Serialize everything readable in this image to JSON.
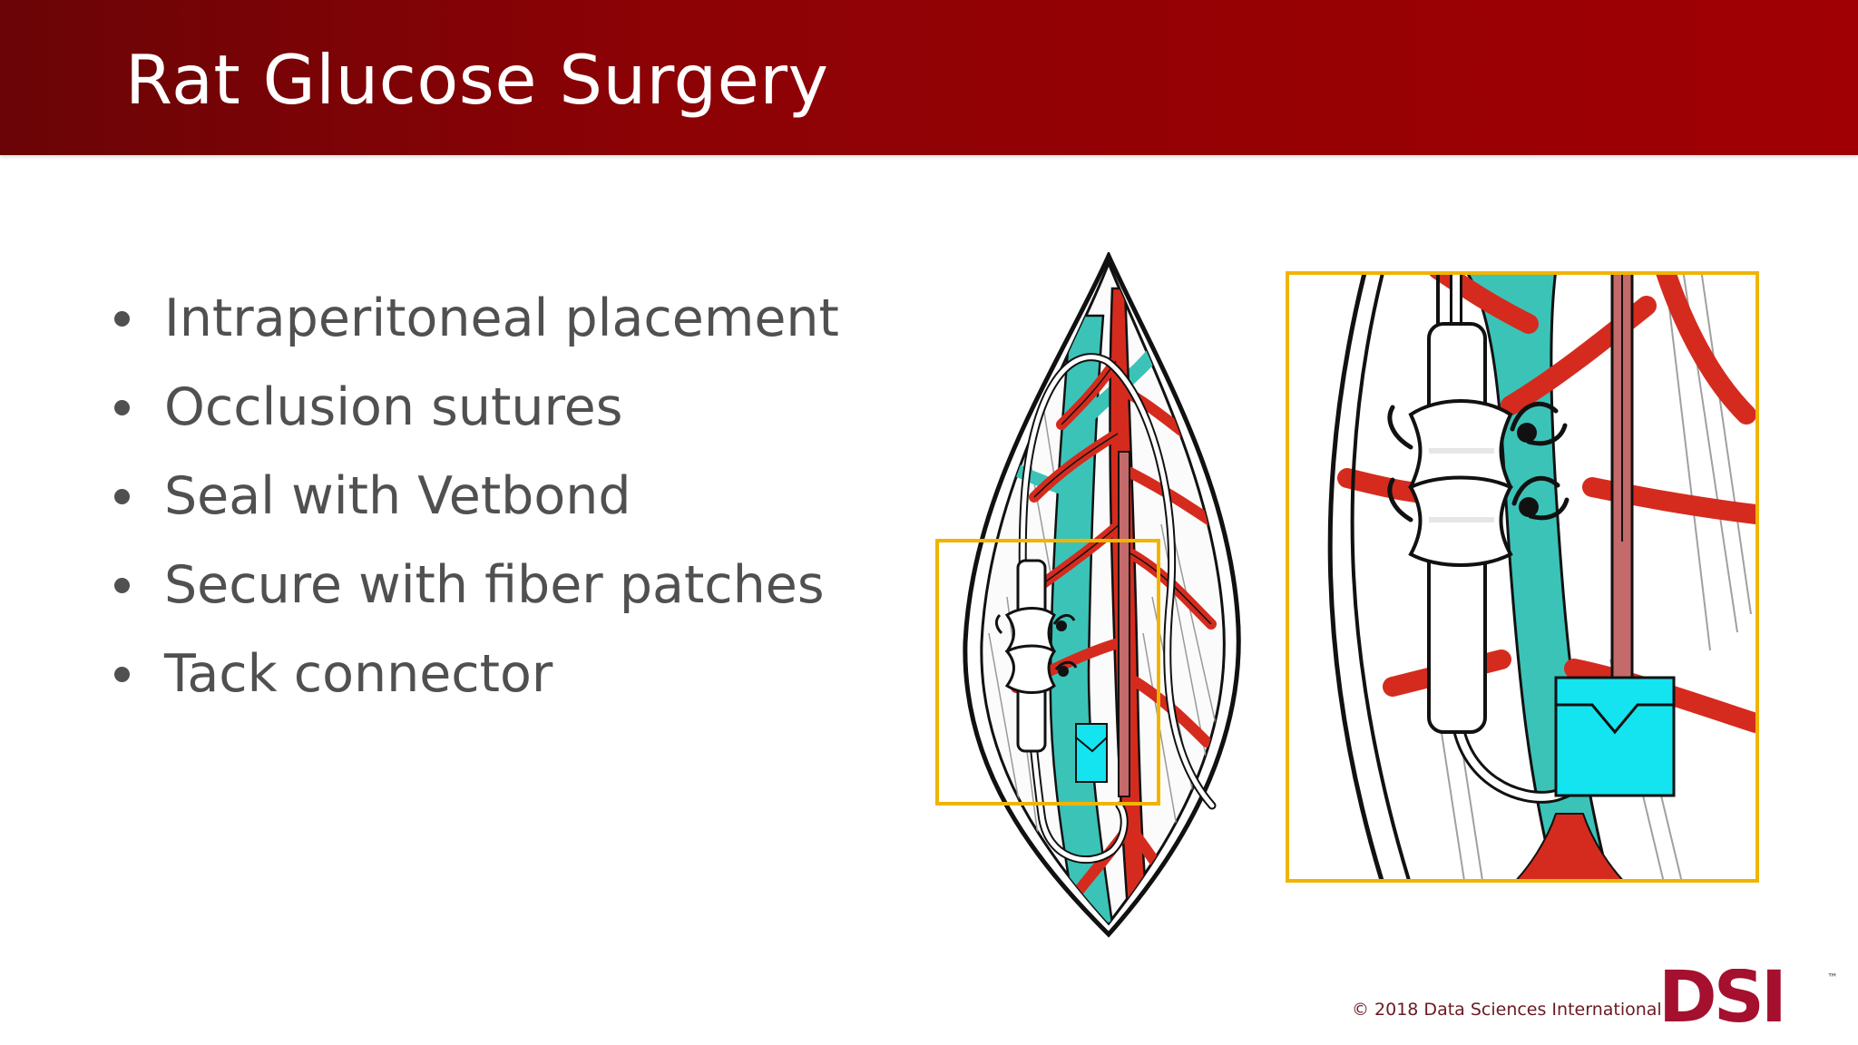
{
  "slide": {
    "title": "Rat Glucose Surgery",
    "bullets": [
      "Intraperitoneal placement",
      "Occlusion sutures",
      "Seal with Vetbond",
      "Secure with fiber patches",
      "Tack connector"
    ]
  },
  "footer": {
    "copyright": "© 2018 Data Sciences International",
    "logo_text": "DSI",
    "trademark": "™"
  },
  "colors": {
    "header_red": "#8c0205",
    "highlight_box": "#f0b400",
    "artery_red": "#d52b1e",
    "vein_teal": "#3cc3b8",
    "connector_cyan": "#14e4ef",
    "logo_red": "#a4102e"
  },
  "icons": [
    "surgery-illustration",
    "surgery-zoom-illustration",
    "dsi-logo"
  ]
}
